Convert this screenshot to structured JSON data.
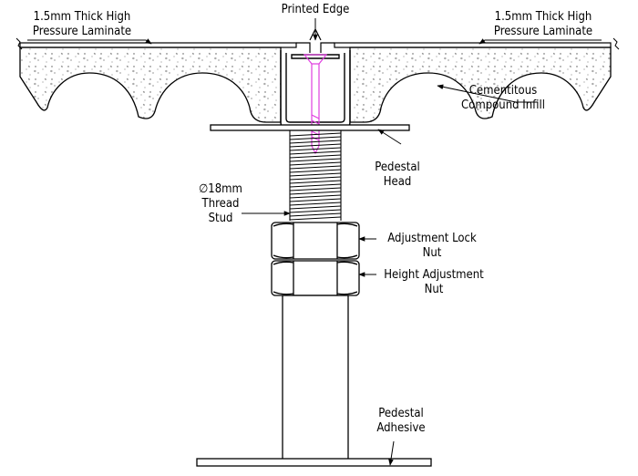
{
  "labels": {
    "printed_edge": "Printed Edge",
    "laminate_left": [
      "1.5mm Thick High",
      "Pressure Laminate"
    ],
    "laminate_right": [
      "1.5mm Thick High",
      "Pressure Laminate"
    ],
    "cementitious": [
      "Cementitous",
      "Compound Infill"
    ],
    "pedestal_head": [
      "Pedestal",
      "Head"
    ],
    "thread_stud": [
      "∅18mm",
      "Thread",
      "Stud"
    ],
    "adjustment_lock_nut": [
      "Adjustment Lock",
      "Nut"
    ],
    "height_adjustment_nut": [
      "Height Adjustment",
      "Nut"
    ],
    "pedestal_adhesive": [
      "Pedestal",
      "Adhesive"
    ]
  },
  "colors": {
    "line": "#000000",
    "screw": "#e040e0",
    "infill_dots": "#555555"
  }
}
